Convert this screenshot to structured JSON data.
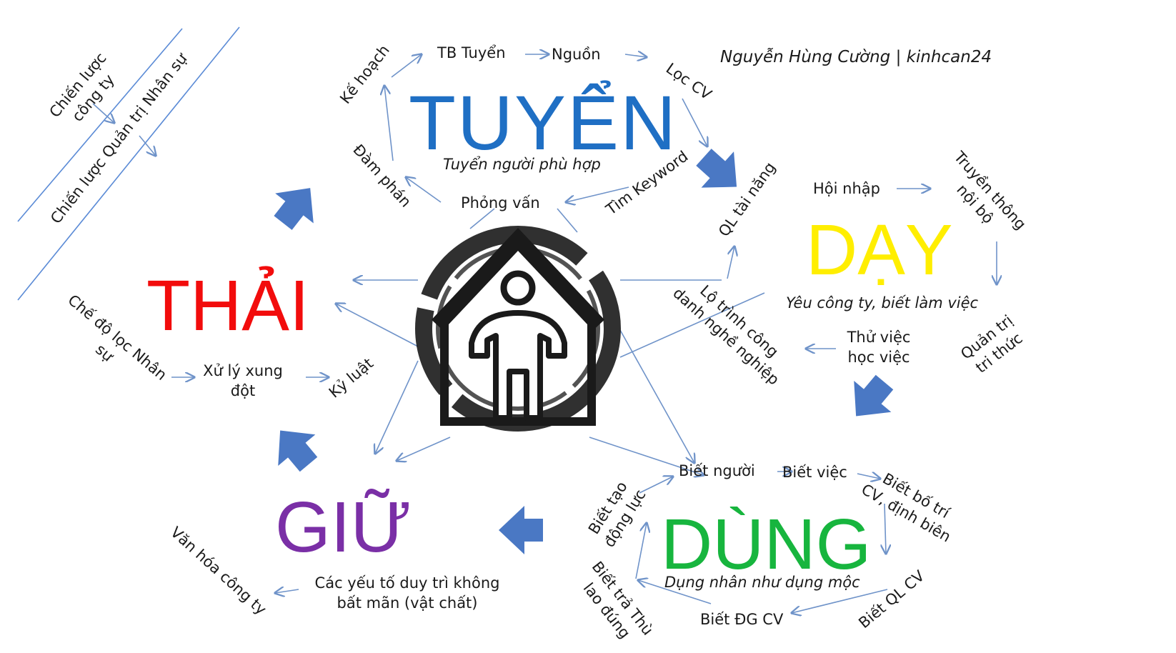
{
  "author": "Nguyễn Hùng Cường | kinhcan24",
  "colors": {
    "tuyen": "#1f6fc4",
    "day": "#ffee00",
    "dung": "#17b53e",
    "giu": "#7a2fa6",
    "thai": "#f20c0c",
    "arrow": "#6f93c9",
    "block_arrow": "#4a78c4",
    "line": "#5b8bd6"
  },
  "strategy": {
    "company": "Chiến lược\ncông ty",
    "hr": "Chiến lược Quản trị Nhân sự"
  },
  "tuyen": {
    "title": "TUYỂN",
    "subtitle": "Tuyển người phù hợp",
    "steps": {
      "plan": "Kế hoạch",
      "announce": "TB Tuyển",
      "source": "Nguồn",
      "filter": "Lọc CV",
      "keyword": "Tìm Keyword",
      "interview": "Phỏng vấn",
      "negotiate": "Đàm phán",
      "talent": "QL tài năng"
    }
  },
  "day": {
    "title": "DẠY",
    "subtitle": "Yêu công ty, biết làm việc",
    "steps": {
      "onboard": "Hội nhập",
      "comm": "Truyền thông\nnội bộ",
      "knowledge": "Quản trị\ntri thức",
      "probation": "Thử việc\nhọc việc",
      "career": "Lộ trình công\ndanh nghề nghiệp"
    }
  },
  "dung": {
    "title": "DÙNG",
    "subtitle": "Dụng nhân như dụng mộc",
    "steps": {
      "know_people": "Biết người",
      "know_job": "Biết việc",
      "arrange": "Biết bố trí\nCV, định biên",
      "manage": "Biết QL CV",
      "evaluate": "Biết ĐG CV",
      "pay": "Biết trả Thù\nlao đúng",
      "motivate": "Biết tạo\nđộng lực"
    }
  },
  "giu": {
    "title": "GIỮ",
    "subtitle": "Các yếu tố duy trì không\nbất mãn (vật chất)",
    "culture": "Văn hóa công ty"
  },
  "thai": {
    "title": "THẢI",
    "filter": "Chế độ lọc Nhân\nsự",
    "conflict": "Xử lý xung\nđột",
    "discipline": "Kỷ luật"
  },
  "icons": {
    "center": "person-in-house-icon",
    "flow": "block-arrow-icon"
  }
}
